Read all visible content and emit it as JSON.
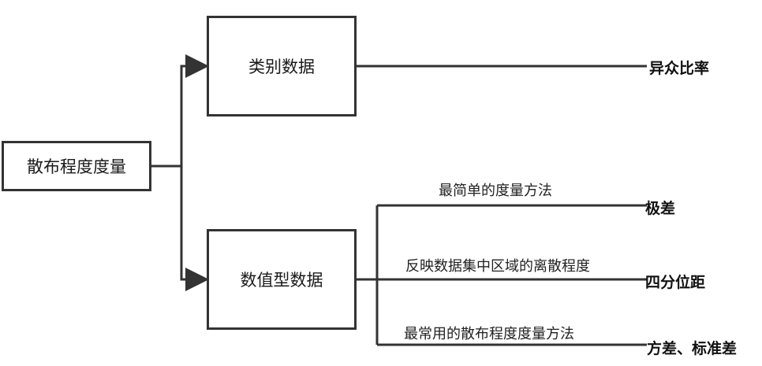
{
  "root": {
    "label": "散布程度度量"
  },
  "categorical": {
    "label": "类别数据",
    "measure": "异众比率"
  },
  "numerical": {
    "label": "数值型数据",
    "branches": [
      {
        "note": "最简单的度量方法",
        "measure": "极差"
      },
      {
        "note": "反映数据集中区域的离散程度",
        "measure": "四分位距"
      },
      {
        "note": "最常用的散布程度度量方法",
        "measure": "方差、标准差"
      }
    ]
  }
}
